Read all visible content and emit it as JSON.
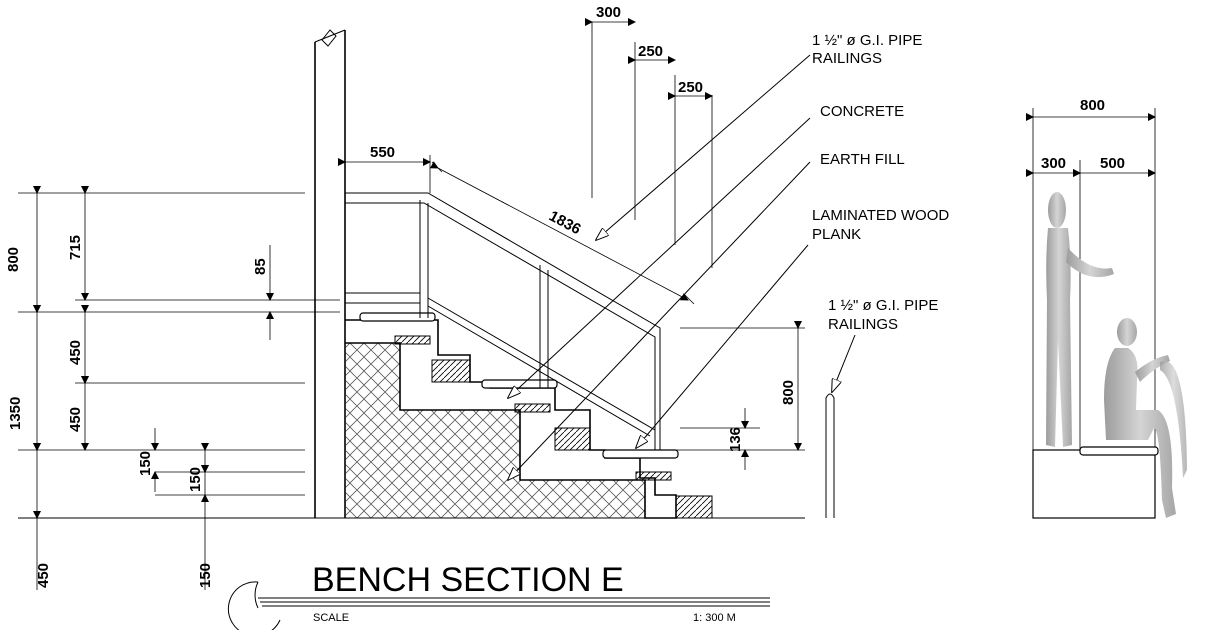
{
  "title": "BENCH SECTION E",
  "scale_label": "SCALE",
  "scale_value": "1: 300  M",
  "dimensions": {
    "d300_top": "300",
    "d250_a": "250",
    "d250_b": "250",
    "d550": "550",
    "d1836": "1836",
    "d800_left": "800",
    "d715": "715",
    "d85": "85",
    "d1350": "1350",
    "d450_a": "450",
    "d450_b": "450",
    "d150_a": "150",
    "d150_b": "150",
    "d450_bottom": "450",
    "d150_bottom": "150",
    "d800_right": "800",
    "d136": "136",
    "figure_800": "800",
    "figure_300": "300",
    "figure_500": "500"
  },
  "callouts": {
    "pipe_top_line1": "1 ½\" ø G.I. PIPE",
    "pipe_top_line2": "RAILINGS",
    "concrete": "CONCRETE",
    "earth_fill": "EARTH FILL",
    "wood_line1": "LAMINATED WOOD",
    "wood_line2": "PLANK",
    "pipe_right_line1": "1 ½\" ø G.I. PIPE",
    "pipe_right_line2": "RAILINGS"
  },
  "colors": {
    "line": "#000000",
    "figure": "#b9b9b9",
    "hatch": "#555555"
  }
}
